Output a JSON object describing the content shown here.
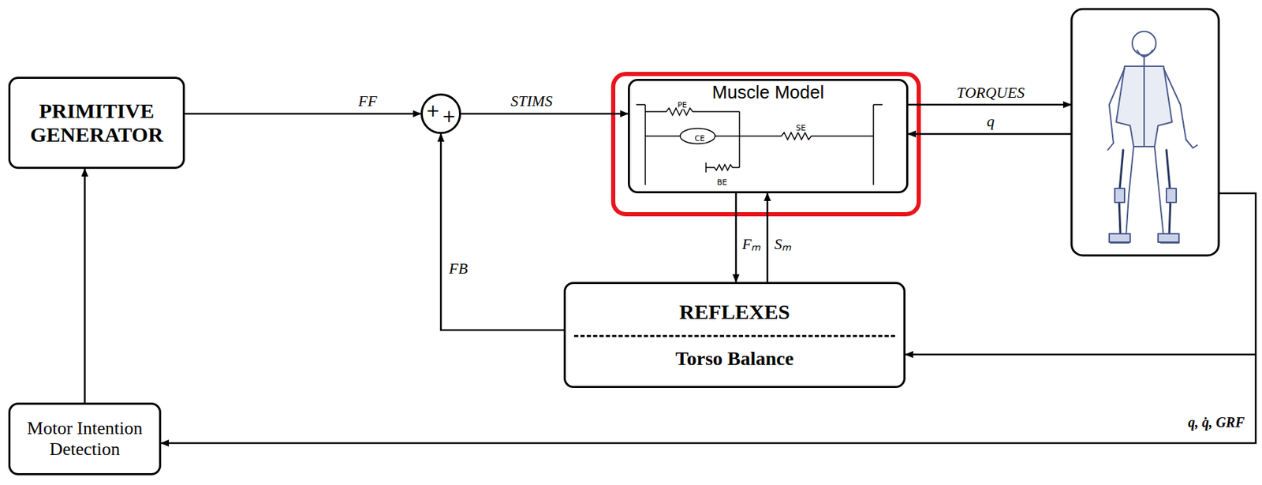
{
  "diagram": {
    "nodes": [
      {
        "text": [
          "PRIMITIVE GENERATOR"
        ]
      },
      {
        "text": [
          "+",
          "+"
        ]
      },
      {
        "text": [
          "Muscle Model",
          "PE",
          "CE",
          "SE",
          "BE"
        ]
      },
      {
        "text": [
          "REFLEXES",
          "Torso Balance"
        ]
      },
      {
        "text": [
          "Motor Intention Detection"
        ]
      }
    ],
    "edges": [
      {
        "from": 0,
        "to": 1,
        "arrow": "to",
        "label": "FF"
      },
      {
        "from": 1,
        "to": 2,
        "arrow": "to",
        "label": "STIMS"
      },
      {
        "from": 2,
        "to": 3,
        "arrow": "to",
        "label": "Fₘ"
      },
      {
        "from": 3,
        "to": 2,
        "arrow": "to",
        "label": "Sₘ"
      },
      {
        "from": 3,
        "to": 1,
        "arrow": "to",
        "label": "FB"
      },
      {
        "from": 4,
        "to": 0,
        "arrow": "to"
      }
    ],
    "labels": [
      "TORQUES",
      "q",
      "q, q̇, GRF"
    ]
  }
}
